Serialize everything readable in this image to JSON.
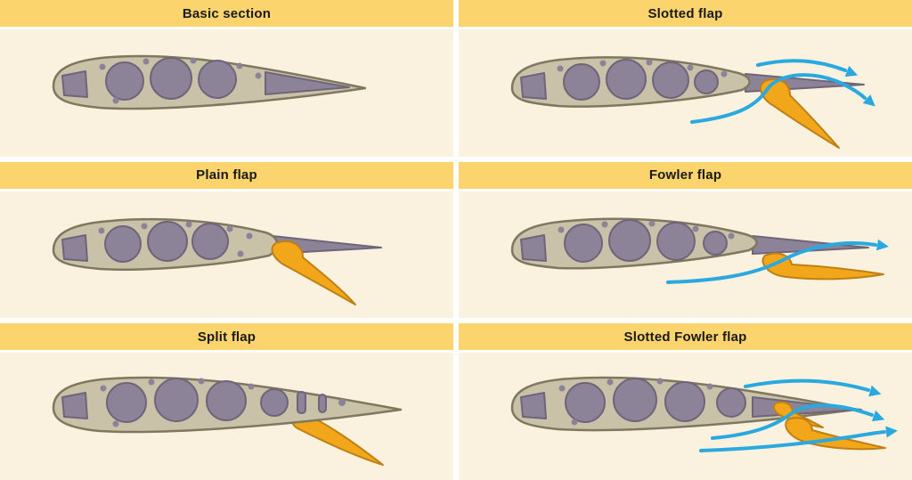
{
  "panels": [
    {
      "id": "basic-section",
      "title": "Basic section"
    },
    {
      "id": "slotted-flap",
      "title": "Slotted flap"
    },
    {
      "id": "plain-flap",
      "title": "Plain flap"
    },
    {
      "id": "fowler-flap",
      "title": "Fowler flap"
    },
    {
      "id": "split-flap",
      "title": "Split flap"
    },
    {
      "id": "slotted-fowler-flap",
      "title": "Slotted Fowler flap"
    }
  ],
  "colors": {
    "header_bg": "#FBD46E",
    "panel_bg": "#FAF2DE",
    "title_text": "#1A1A1A",
    "airfoil_fill": "#C9C1A8",
    "airfoil_stroke": "#7E785F",
    "structure_fill": "#8D8399",
    "structure_stroke": "#6E657B",
    "flap_fill": "#F2A71B",
    "flap_stroke": "#C07F14",
    "airflow_blue": "#2AA9E0"
  }
}
